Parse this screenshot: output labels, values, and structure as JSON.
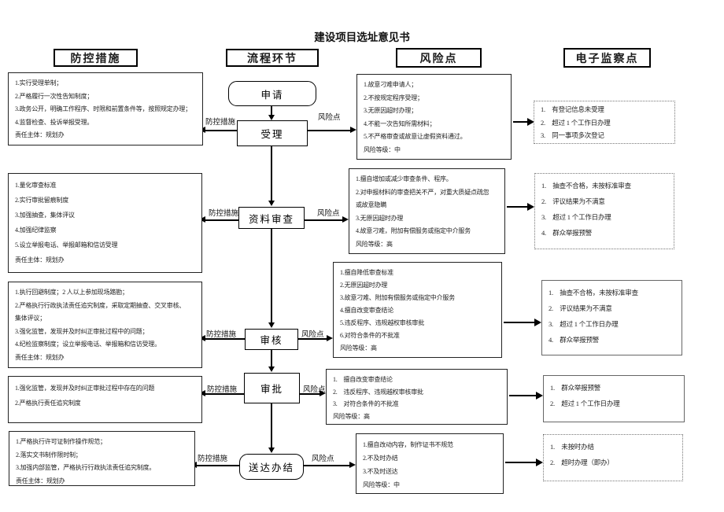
{
  "title": "建设项目选址意见书",
  "column_headers": {
    "prevention": "防控措施",
    "process": "流程环节",
    "risk": "风险点",
    "monitor": "电子监察点"
  },
  "arrow_labels": {
    "prevention": "防控措施",
    "risk": "风险点"
  },
  "flow_nodes": [
    {
      "label": "申请",
      "shape": "rounded"
    },
    {
      "label": "受理",
      "shape": "rect"
    },
    {
      "label": "资料审查",
      "shape": "rect"
    },
    {
      "label": "审核",
      "shape": "rect"
    },
    {
      "label": "审批",
      "shape": "rect"
    },
    {
      "label": "送达办结",
      "shape": "rounded"
    }
  ],
  "prevention_boxes": [
    {
      "step": "受理",
      "lines": [
        "1.实行受理单制；",
        "2.严格履行一次性告知制度；",
        "3.政务公开，明确工作程序、时限和前置条件等，按照规定办理；",
        "4.监督检查、投诉举报受理。",
        "责任主体：规划办"
      ]
    },
    {
      "step": "资料审查",
      "lines": [
        "1.量化审查标准",
        "2.实行审批留痕制度",
        "3.加强抽查，集体评议",
        "4.加强纪律监察",
        "5.设立举报电话、举报邮箱和信访受理",
        "责任主体：规划办"
      ]
    },
    {
      "step": "审核",
      "lines": [
        "1.执行回避制度；2 人以上参加现场踏勘；",
        "2.严格执行行政执法责任追究制度，采取定期抽查、交叉审核、",
        "集体评议；",
        "3.强化监管，发现并及时纠正审批过程中的问题；",
        "4.纪检监察制度；设立举报电话、举报箱和信访受理。",
        "责任主体：规划办"
      ]
    },
    {
      "step": "审批",
      "lines": [
        "1.强化监管，发现并及时纠正审批过程中存在的问题",
        "2.严格执行责任追究制度"
      ]
    },
    {
      "step": "送达办结",
      "lines": [
        "1.严格执行许可证制作操作规范；",
        "2.落实文书制作限时制；",
        "3.加强内部监管，严格执行行政执法责任追究制度。",
        "责任主体：规划办"
      ]
    }
  ],
  "risk_boxes": [
    {
      "step": "受理",
      "risk_level": "中",
      "lines": [
        "1.故意刁难申请人；",
        "2.不按规定程序受理；",
        "3.无原因超时办理；",
        "4.不能一次告知所需材料；",
        "5.不严格审查或故意让虚假资料通过。",
        "风险等级：中"
      ]
    },
    {
      "step": "资料审查",
      "risk_level": "高",
      "lines": [
        "1.擅自增加或减少审查条件、程序。",
        "2.对申报材料的审查把关不严，对重大质疑点疏忽",
        "或故意隐瞒",
        "3.无原因超时办理",
        "4.故意刁难，附加有偿服务或指定中介服务",
        "风险等级：高"
      ]
    },
    {
      "step": "审核",
      "risk_level": "高",
      "lines": [
        "1.擅自降低审查标准",
        "2.无原因超时办理",
        "3.故意刁难、附加有偿服务或指定中介服务",
        "4.擅自改变审查结论",
        "5.违反程序、违规越权审核审批",
        "6.对符合条件的不批准",
        "风险等级：高"
      ]
    },
    {
      "step": "审批",
      "risk_level": "高",
      "lines": [
        "1.　擅自改变审查结论",
        "2.　违反程序、违规越权审核审批",
        "3.　对符合条件的不批准",
        "风险等级：高"
      ]
    },
    {
      "step": "送达办结",
      "risk_level": "中",
      "lines": [
        "1.擅自改动内容，制作证书不规范",
        "2.不及时办结",
        "3.不及时送达",
        "风险等级：中"
      ]
    }
  ],
  "monitor_boxes": [
    {
      "step": "受理",
      "lines": [
        "1.　有登记信息未受理",
        "2.　超过 1 个工作日办理",
        "3.　同一事项多次登记"
      ]
    },
    {
      "step": "资料审查",
      "lines": [
        "1.　抽查不合格，未按标准审查",
        "2.　评议结果为不满意",
        "3.　超过 1 个工作日办理",
        "4.　群众举报预警"
      ]
    },
    {
      "step": "审核",
      "lines": [
        "1.　抽查不合格，未按标准审查",
        "2.　评议结果为不满意",
        "3.　超过 1 个工作日办理",
        "4.　群众举报预警"
      ]
    },
    {
      "step": "审批",
      "lines": [
        "1.　群众举报预警",
        "2.　超过 1 个工作日办理"
      ]
    },
    {
      "step": "送达办结",
      "lines": [
        "1.　未按时办结",
        "2.　超时办理（即办）"
      ]
    }
  ]
}
